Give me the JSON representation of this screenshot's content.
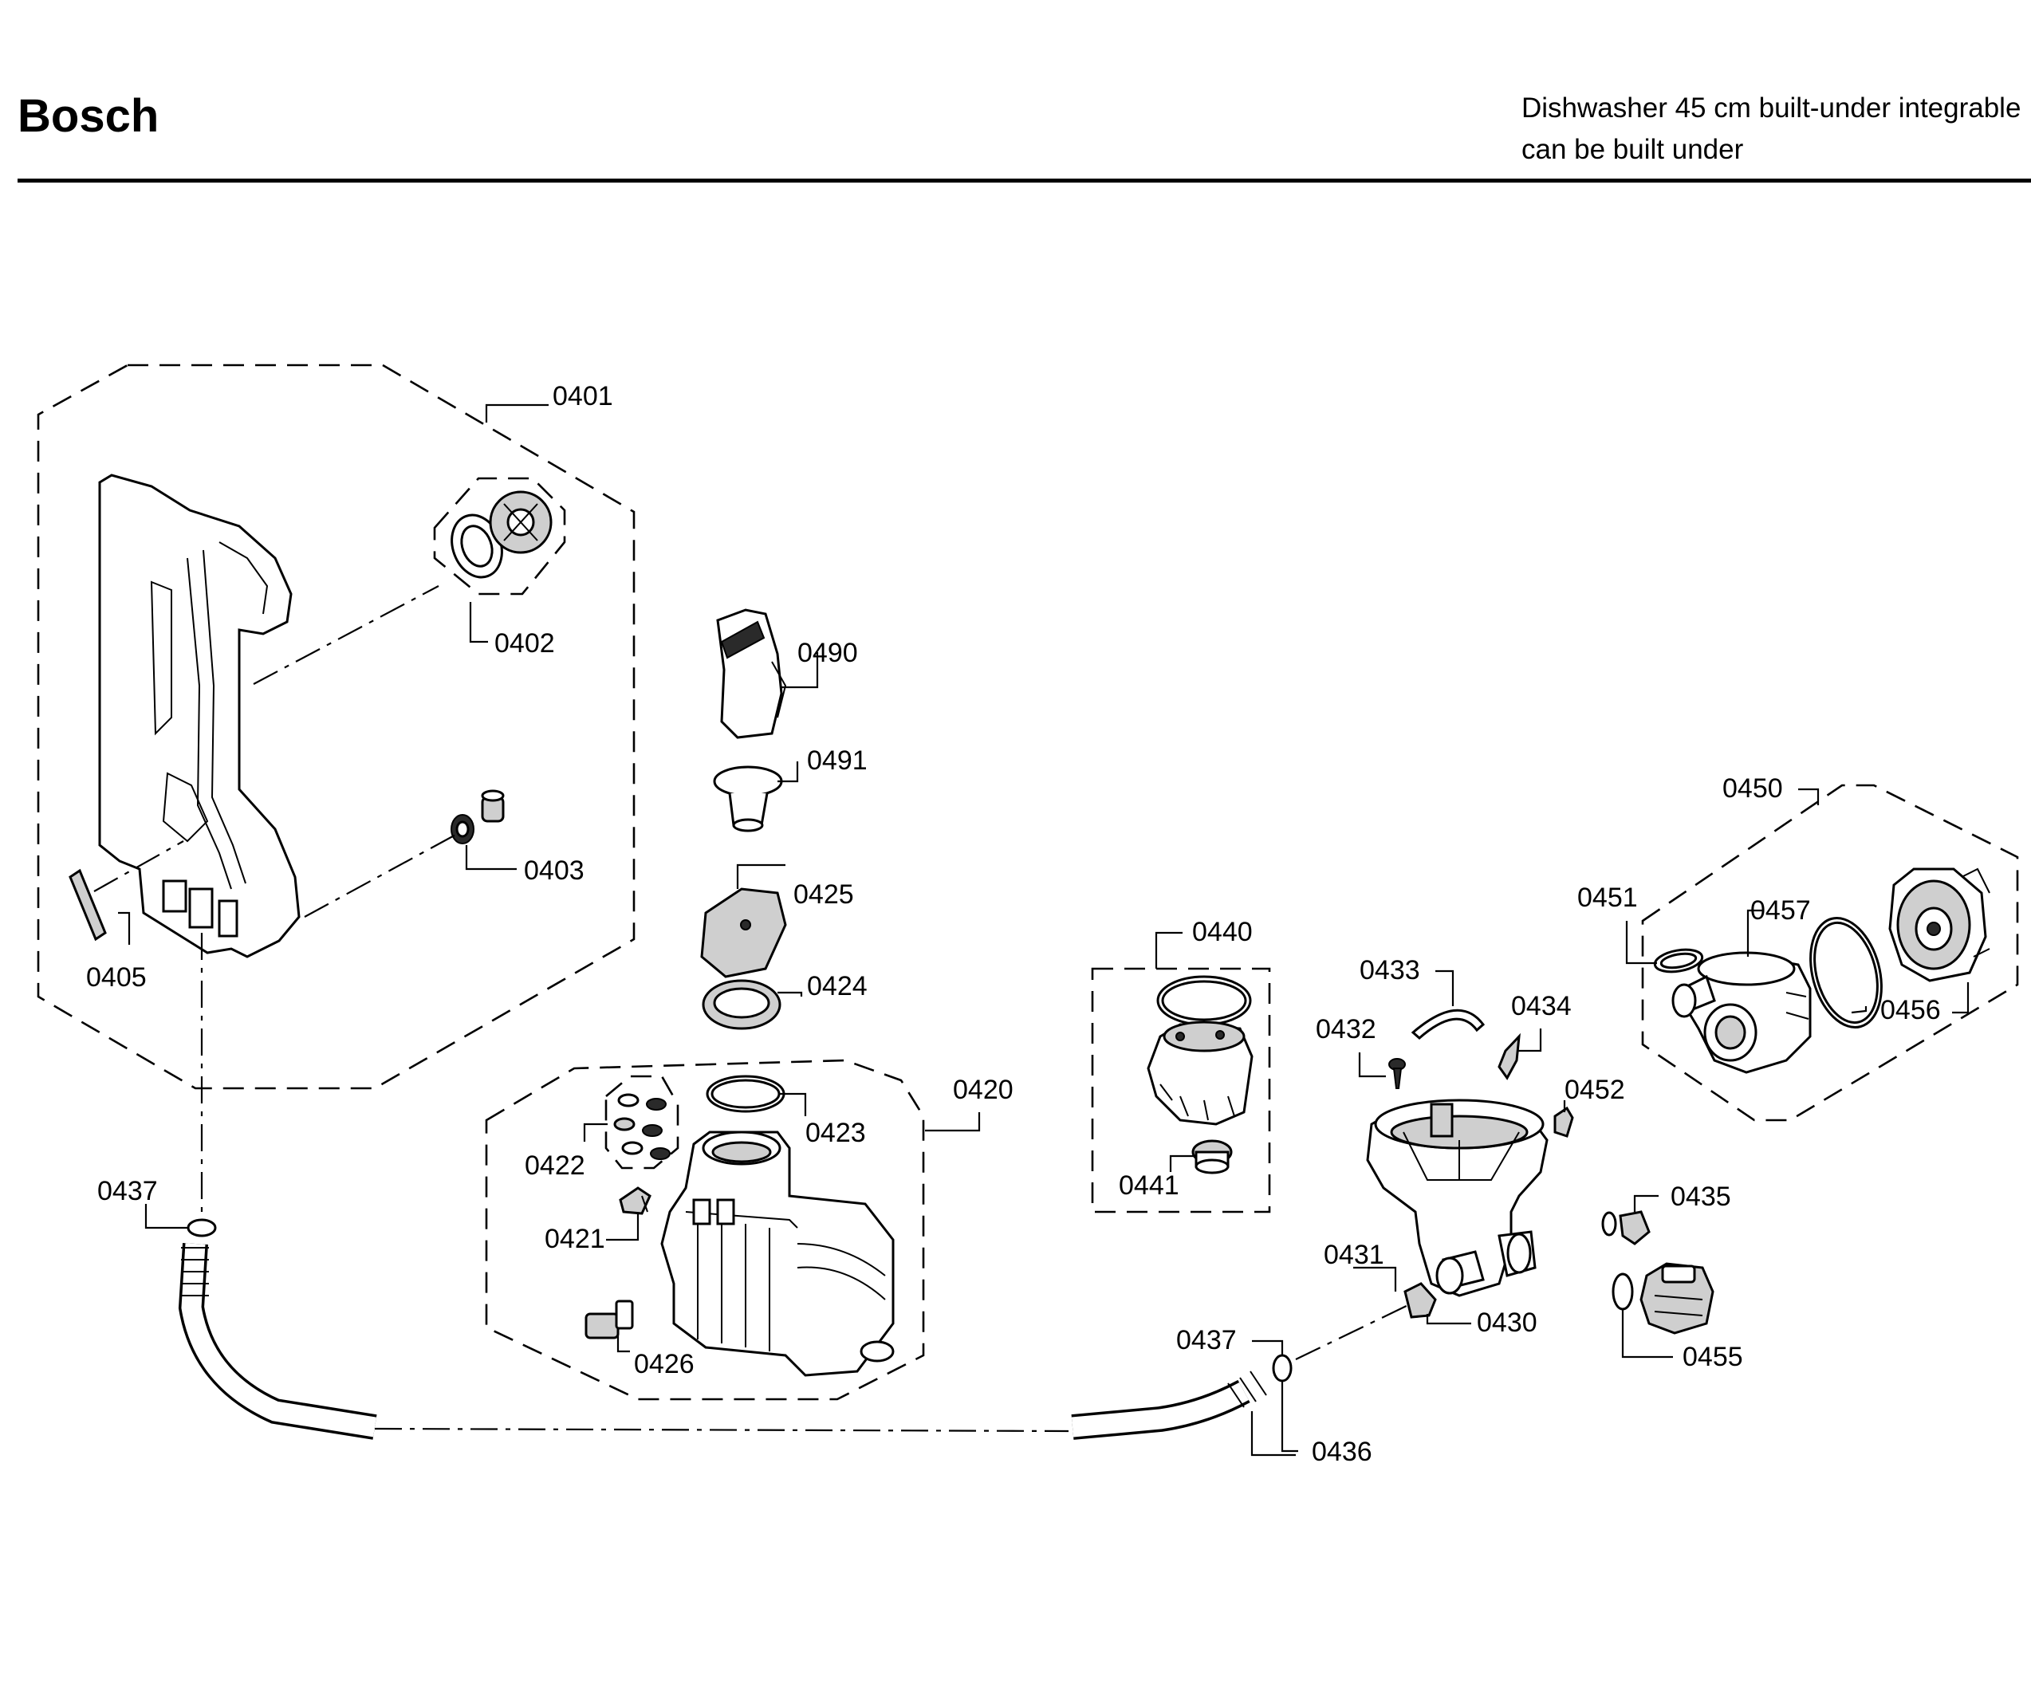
{
  "header": {
    "brand": "Bosch",
    "description_line1": "Dishwasher 45 cm built-under integrable",
    "description_line2": "can be built under"
  },
  "part_labels": {
    "p0401": "0401",
    "p0402": "0402",
    "p0403": "0403",
    "p0405": "0405",
    "p0490": "0490",
    "p0491": "0491",
    "p0425": "0425",
    "p0424": "0424",
    "p0420": "0420",
    "p0423": "0423",
    "p0422": "0422",
    "p0421": "0421",
    "p0426": "0426",
    "p0437a": "0437",
    "p0440": "0440",
    "p0441": "0441",
    "p0433": "0433",
    "p0434": "0434",
    "p0432": "0432",
    "p0452": "0452",
    "p0450": "0450",
    "p0451": "0451",
    "p0457": "0457",
    "p0456": "0456",
    "p0435": "0435",
    "p0431": "0431",
    "p0430": "0430",
    "p0455": "0455",
    "p0437b": "0437",
    "p0436": "0436"
  }
}
